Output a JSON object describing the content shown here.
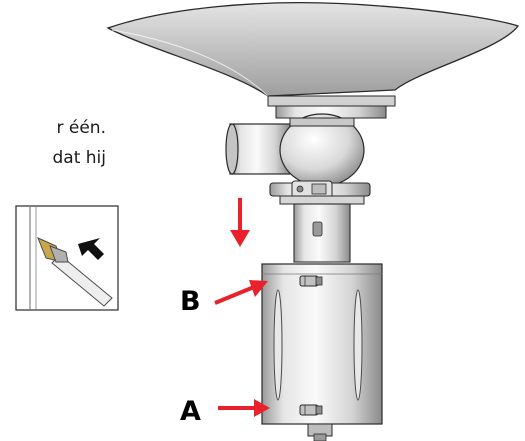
{
  "text_fragment": {
    "line1": "r één.",
    "line2": "dat hij"
  },
  "labels": {
    "upper": "B",
    "lower": "A"
  },
  "colors": {
    "arrow": "#e8212b",
    "outline": "#2a2a2a",
    "metal_light": "#f2f2f2",
    "metal_mid": "#c8c8c8",
    "metal_dark": "#8c8c8c"
  },
  "icons": {
    "direction": "arrow-down-icon",
    "pointer": "arrow-right-icon",
    "detail": "connector-detail-icon"
  }
}
